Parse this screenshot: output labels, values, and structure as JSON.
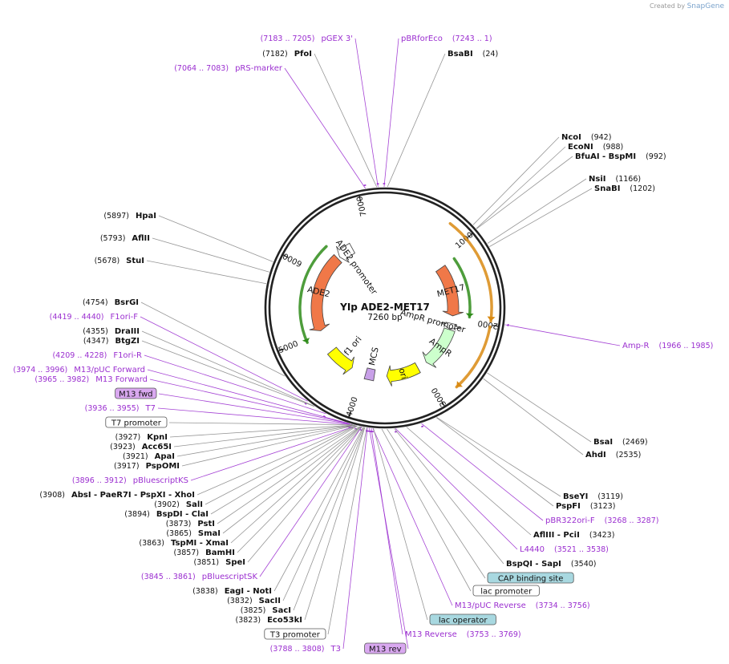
{
  "credit": {
    "prefix": "Created by",
    "brand": "SnapGene"
  },
  "plasmid": {
    "name": "YIp ADE2-MET17",
    "size_label": "7260 bp",
    "length": 7260
  },
  "ticks": [
    {
      "pos": 1000,
      "label": "1000"
    },
    {
      "pos": 2000,
      "label": "2000"
    },
    {
      "pos": 3000,
      "label": "3000"
    },
    {
      "pos": 4000,
      "label": "4000"
    },
    {
      "pos": 5000,
      "label": "5000"
    },
    {
      "pos": 6000,
      "label": "6000"
    },
    {
      "pos": 7000,
      "label": "7000"
    }
  ],
  "features": [
    {
      "name": "MET17",
      "start": 1100,
      "end": 1950,
      "dir": 1,
      "color": "#f07848",
      "text": "MET17"
    },
    {
      "name": "AmpR promoter",
      "start": 2080,
      "end": 2180,
      "dir": 1,
      "color": "#ffffff",
      "text": "AmpR promoter"
    },
    {
      "name": "AmpR",
      "start": 2190,
      "end": 2880,
      "dir": 1,
      "color": "#ccffcc",
      "text": "AmpR"
    },
    {
      "name": "ori",
      "start": 3050,
      "end": 3600,
      "dir": 1,
      "color": "#ffff00",
      "text": "ori"
    },
    {
      "name": "MCS",
      "start": 3810,
      "end": 3960,
      "dir": 0,
      "color": "#c8a0e8",
      "text": "MCS"
    },
    {
      "name": "f1 ori",
      "start": 4210,
      "end": 4660,
      "dir": -1,
      "color": "#ffff00",
      "text": "f1 ori"
    },
    {
      "name": "ADE2",
      "start": 5050,
      "end": 6380,
      "dir": -1,
      "color": "#f07848",
      "text": "ADE2"
    },
    {
      "name": "ADE2 promoter",
      "start": 6420,
      "end": 6680,
      "dir": -1,
      "color": "#ffffff",
      "text": "ADE2 promoter"
    }
  ],
  "inner_arcs": [
    {
      "start": 1100,
      "end": 1940,
      "dir": 1,
      "color": "#2f8c1a"
    },
    {
      "start": 4960,
      "end": 6380,
      "dir": -1,
      "color": "#2f8c1a"
    }
  ],
  "outer_arcs": [
    {
      "start": 760,
      "end": 1960,
      "dir": 1,
      "color": "#d98a12"
    },
    {
      "start": 2020,
      "end": 2780,
      "dir": 1,
      "color": "#d98a12"
    }
  ],
  "labels": [
    {
      "kind": "primer",
      "name": "pGEX 3'",
      "pos_text": "(7183 .. 7205)",
      "bp": 7194,
      "row": 1
    },
    {
      "kind": "primer",
      "name": "pBRforEco",
      "pos_text": "(7243 .. 1)",
      "bp": 7252,
      "row": 2
    },
    {
      "kind": "site",
      "name": "PfoI",
      "pos_text": "(7182)",
      "bp": 7182,
      "row": 3
    },
    {
      "kind": "site",
      "name": "BsaBI",
      "pos_text": "(24)",
      "bp": 24,
      "row": 4
    },
    {
      "kind": "primer",
      "name": "pRS-marker",
      "pos_text": "(7064 .. 7083)",
      "bp": 7073,
      "row": 5
    },
    {
      "kind": "site",
      "name": "NcoI",
      "pos_text": "(942)",
      "bp": 942,
      "row": 6
    },
    {
      "kind": "site",
      "name": "EcoNI",
      "pos_text": "(988)",
      "bp": 988,
      "row": 7
    },
    {
      "kind": "site",
      "name": "BfuAI - BspMI",
      "pos_text": "(992)",
      "bp": 992,
      "row": 8
    },
    {
      "kind": "site",
      "name": "NsiI",
      "pos_text": "(1166)",
      "bp": 1166,
      "row": 9
    },
    {
      "kind": "site",
      "name": "SnaBI",
      "pos_text": "(1202)",
      "bp": 1202,
      "row": 10
    },
    {
      "kind": "site",
      "name": "HpaI",
      "pos_text": "(5897)",
      "bp": 5897,
      "row": 11
    },
    {
      "kind": "site",
      "name": "AflII",
      "pos_text": "(5793)",
      "bp": 5793,
      "row": 12
    },
    {
      "kind": "site",
      "name": "StuI",
      "pos_text": "(5678)",
      "bp": 5678,
      "row": 13
    },
    {
      "kind": "site",
      "name": "BsrGI",
      "pos_text": "(4754)",
      "bp": 4754,
      "row": 14
    },
    {
      "kind": "primer",
      "name": "F1ori-F",
      "pos_text": "(4419 .. 4440)",
      "bp": 4430,
      "row": 15
    },
    {
      "kind": "site",
      "name": "DraIII",
      "pos_text": "(4355)",
      "bp": 4355,
      "row": 16
    },
    {
      "kind": "site",
      "name": "BtgZI",
      "pos_text": "(4347)",
      "bp": 4347,
      "row": 17
    },
    {
      "kind": "primer",
      "name": "F1ori-R",
      "pos_text": "(4209 .. 4228)",
      "bp": 4218,
      "row": 18
    },
    {
      "kind": "primer",
      "name": "M13/pUC Forward",
      "pos_text": "(3974 .. 3996)",
      "bp": 3985,
      "row": 19
    },
    {
      "kind": "primer",
      "name": "M13 Forward",
      "pos_text": "(3965 .. 3982)",
      "bp": 3973,
      "row": 20
    },
    {
      "kind": "boxprimer",
      "name": "M13 fwd",
      "pos_text": "",
      "bp": 3968,
      "row": 21
    },
    {
      "kind": "primer",
      "name": "T7",
      "pos_text": "(3936 .. 3955)",
      "bp": 3945,
      "row": 22
    },
    {
      "kind": "box",
      "name": "T7 promoter",
      "pos_text": "",
      "bp": 3940,
      "row": 23
    },
    {
      "kind": "site",
      "name": "KpnI",
      "pos_text": "(3927)",
      "bp": 3927,
      "row": 24
    },
    {
      "kind": "site",
      "name": "Acc65I",
      "pos_text": "(3923)",
      "bp": 3923,
      "row": 25
    },
    {
      "kind": "site",
      "name": "ApaI",
      "pos_text": "(3921)",
      "bp": 3921,
      "row": 26
    },
    {
      "kind": "site",
      "name": "PspOMI",
      "pos_text": "(3917)",
      "bp": 3917,
      "row": 27
    },
    {
      "kind": "primer",
      "name": "pBluescriptKS",
      "pos_text": "(3896 .. 3912)",
      "bp": 3904,
      "row": 28
    },
    {
      "kind": "site",
      "name": "AbsI - PaeR7I - PspXI - XhoI",
      "pos_text": "(3908)",
      "bp": 3908,
      "row": 29
    },
    {
      "kind": "site",
      "name": "SalI",
      "pos_text": "(3902)",
      "bp": 3902,
      "row": 30
    },
    {
      "kind": "site",
      "name": "BspDI - ClaI",
      "pos_text": "(3894)",
      "bp": 3894,
      "row": 31
    },
    {
      "kind": "site",
      "name": "PstI",
      "pos_text": "(3873)",
      "bp": 3873,
      "row": 32
    },
    {
      "kind": "site",
      "name": "SmaI",
      "pos_text": "(3865)",
      "bp": 3865,
      "row": 33
    },
    {
      "kind": "site",
      "name": "TspMI - XmaI",
      "pos_text": "(3863)",
      "bp": 3863,
      "row": 34
    },
    {
      "kind": "site",
      "name": "BamHI",
      "pos_text": "(3857)",
      "bp": 3857,
      "row": 35
    },
    {
      "kind": "site",
      "name": "SpeI",
      "pos_text": "(3851)",
      "bp": 3851,
      "row": 36
    },
    {
      "kind": "primer",
      "name": "pBluescriptSK",
      "pos_text": "(3845 .. 3861)",
      "bp": 3853,
      "row": 37
    },
    {
      "kind": "site",
      "name": "EagI - NotI",
      "pos_text": "(3838)",
      "bp": 3838,
      "row": 38
    },
    {
      "kind": "site",
      "name": "SacII",
      "pos_text": "(3832)",
      "bp": 3832,
      "row": 39
    },
    {
      "kind": "site",
      "name": "SacI",
      "pos_text": "(3825)",
      "bp": 3825,
      "row": 40
    },
    {
      "kind": "site",
      "name": "Eco53kI",
      "pos_text": "(3823)",
      "bp": 3823,
      "row": 41
    },
    {
      "kind": "box",
      "name": "T3 promoter",
      "pos_text": "",
      "bp": 3805,
      "row": 42
    },
    {
      "kind": "primer",
      "name": "T3",
      "pos_text": "(3788 .. 3808)",
      "bp": 3798,
      "row": 43
    },
    {
      "kind": "boxprimer",
      "name": "M13 rev",
      "pos_text": "",
      "bp": 3780,
      "row": 44
    },
    {
      "kind": "primer",
      "name": "Amp-R",
      "pos_text": "(1966 .. 1985)",
      "bp": 1975,
      "row": 45
    },
    {
      "kind": "site",
      "name": "BsaI",
      "pos_text": "(2469)",
      "bp": 2469,
      "row": 46
    },
    {
      "kind": "site",
      "name": "AhdI",
      "pos_text": "(2535)",
      "bp": 2535,
      "row": 47
    },
    {
      "kind": "site",
      "name": "BseYI",
      "pos_text": "(3119)",
      "bp": 3119,
      "row": 48
    },
    {
      "kind": "site",
      "name": "PspFI",
      "pos_text": "(3123)",
      "bp": 3123,
      "row": 49
    },
    {
      "kind": "primer",
      "name": "pBR322ori-F",
      "pos_text": "(3268 .. 3287)",
      "bp": 3277,
      "row": 50
    },
    {
      "kind": "site",
      "name": "AflIII - PciI",
      "pos_text": "(3423)",
      "bp": 3423,
      "row": 51
    },
    {
      "kind": "primer",
      "name": "L4440",
      "pos_text": "(3521 .. 3538)",
      "bp": 3529,
      "row": 52
    },
    {
      "kind": "site",
      "name": "BspQI - SapI",
      "pos_text": "(3540)",
      "bp": 3540,
      "row": 53
    },
    {
      "kind": "boxteal",
      "name": "CAP binding site",
      "pos_text": "",
      "bp": 3610,
      "row": 54
    },
    {
      "kind": "box",
      "name": "lac promoter",
      "pos_text": "",
      "bp": 3660,
      "row": 55
    },
    {
      "kind": "primer",
      "name": "M13/pUC Reverse",
      "pos_text": "(3734 .. 3756)",
      "bp": 3745,
      "row": 56
    },
    {
      "kind": "boxteal",
      "name": "lac operator",
      "pos_text": "",
      "bp": 3740,
      "row": 57
    },
    {
      "kind": "primer",
      "name": "M13 Reverse",
      "pos_text": "(3753 .. 3769)",
      "bp": 3761,
      "row": 58
    }
  ],
  "colors": {
    "primer": "#9b2fd0",
    "site": "#111111",
    "leader": "#8a8a8a",
    "box_teal": "#a8d8e0",
    "box_violet": "#d9a8f0"
  }
}
